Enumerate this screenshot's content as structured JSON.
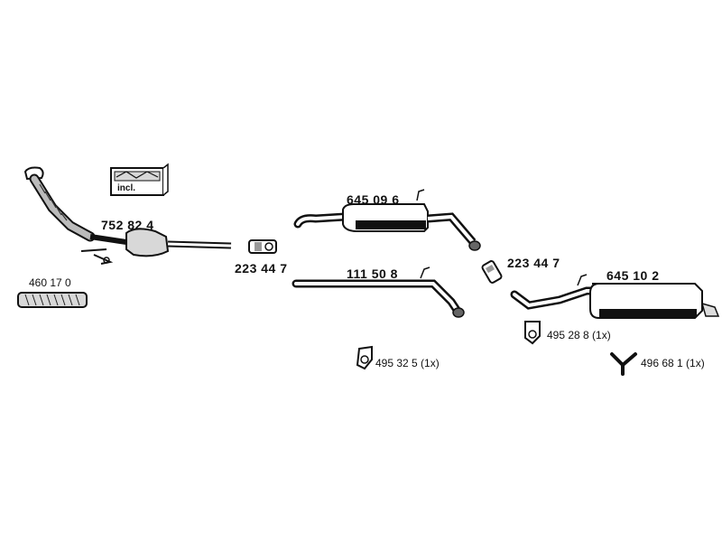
{
  "parts": {
    "catalytic_converter": "752 82 4",
    "gasket_kit_badge": "incl.",
    "flex_pipe": "460 17 0",
    "clamp_left": "223 44 7",
    "middle_silencer": "645 09 6",
    "intermediate_pipe": "111 50 8",
    "clamp_right": "223 44 7",
    "rear_silencer": "645 10 2",
    "rubber_mount_center": "495 32 5 (1x)",
    "rubber_mount_right": "495 28 8 (1x)",
    "hanger_y": "496 68 1 (1x)"
  },
  "colors": {
    "ink": "#111111",
    "shade": "#9a9a9a",
    "light": "#d8d8d8"
  }
}
